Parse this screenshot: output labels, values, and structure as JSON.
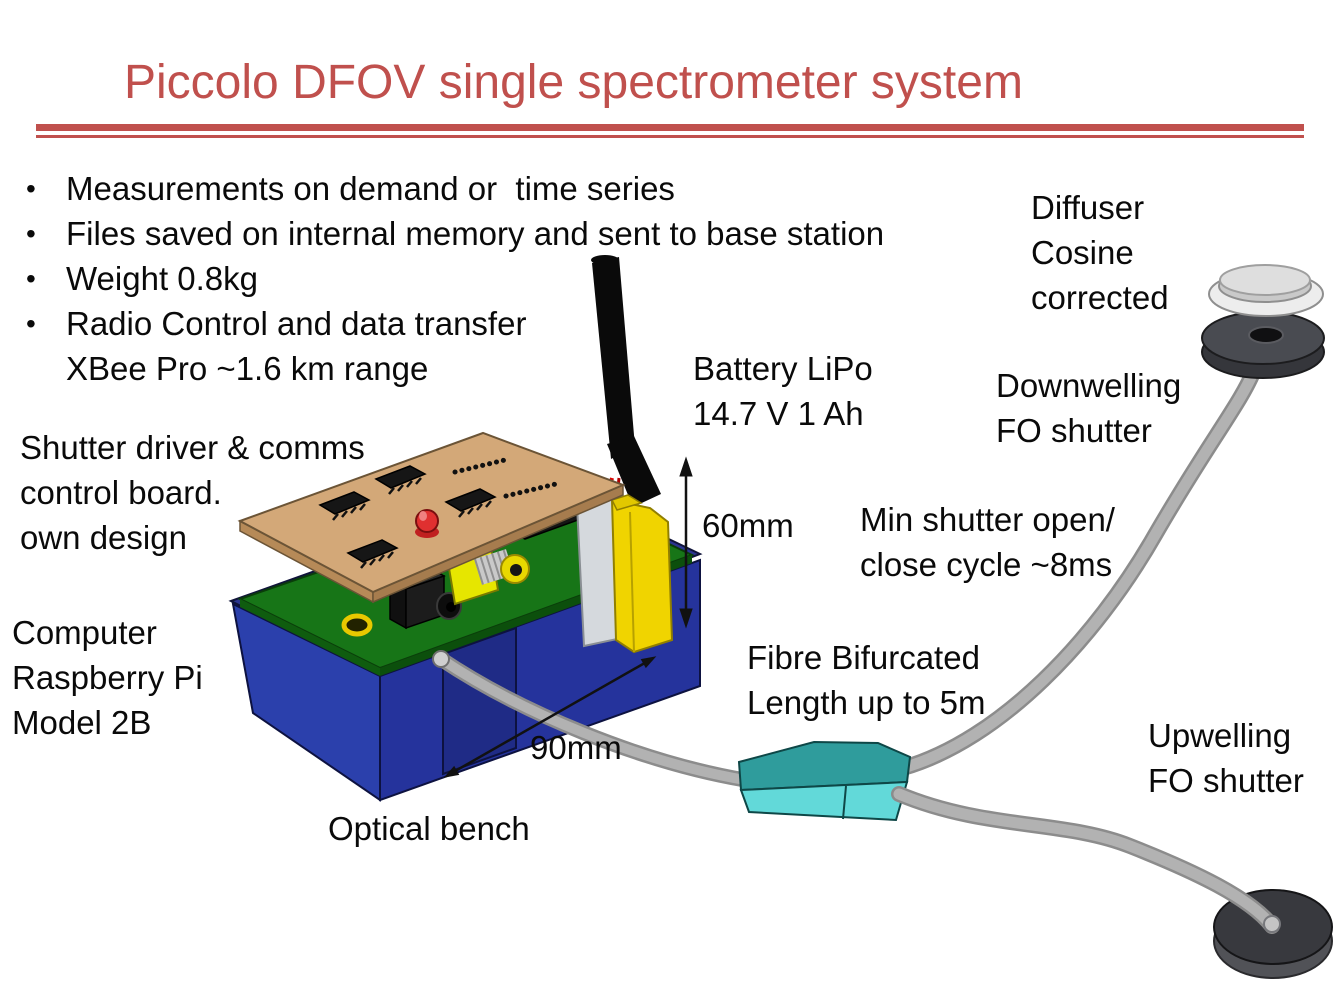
{
  "title": "Piccolo DFOV single spectrometer system",
  "bullet_char": "•",
  "bullets": [
    "Measurements on demand or  time series",
    "Files saved on internal memory and sent to base station",
    "Weight 0.8kg",
    "Radio Control and data transfer"
  ],
  "bullet_continuation": "XBee Pro ~1.6 km range",
  "annotations": {
    "shutter_driver": "Shutter driver & comms\ncontrol board.\nown design",
    "computer": "Computer\nRaspberry Pi\nModel 2B",
    "battery": "Battery LiPo\n14.7 V 1 Ah",
    "diffuser": "Diffuser\nCosine\ncorrected",
    "downwelling": "Downwelling\nFO shutter",
    "min_shutter": "Min shutter open/\nclose cycle ~8ms",
    "fibre": "Fibre Bifurcated\nLength up to 5m",
    "upwelling": "Upwelling\nFO shutter",
    "optical_bench": "Optical bench",
    "dim_height": "60mm",
    "dim_width": "90mm"
  },
  "colors": {
    "title_red": "#C0504D",
    "text_black": "#0a0a0a",
    "enclosure_blue": "#2B3FAC",
    "pcb_green": "#177517",
    "board_tan": "#D3A878",
    "battery_yellow": "#F0D400",
    "splitter_teal": "#2F9C9C",
    "cable_gray": "#B2B2B2",
    "shutter_dark_gray": "#38393E"
  }
}
